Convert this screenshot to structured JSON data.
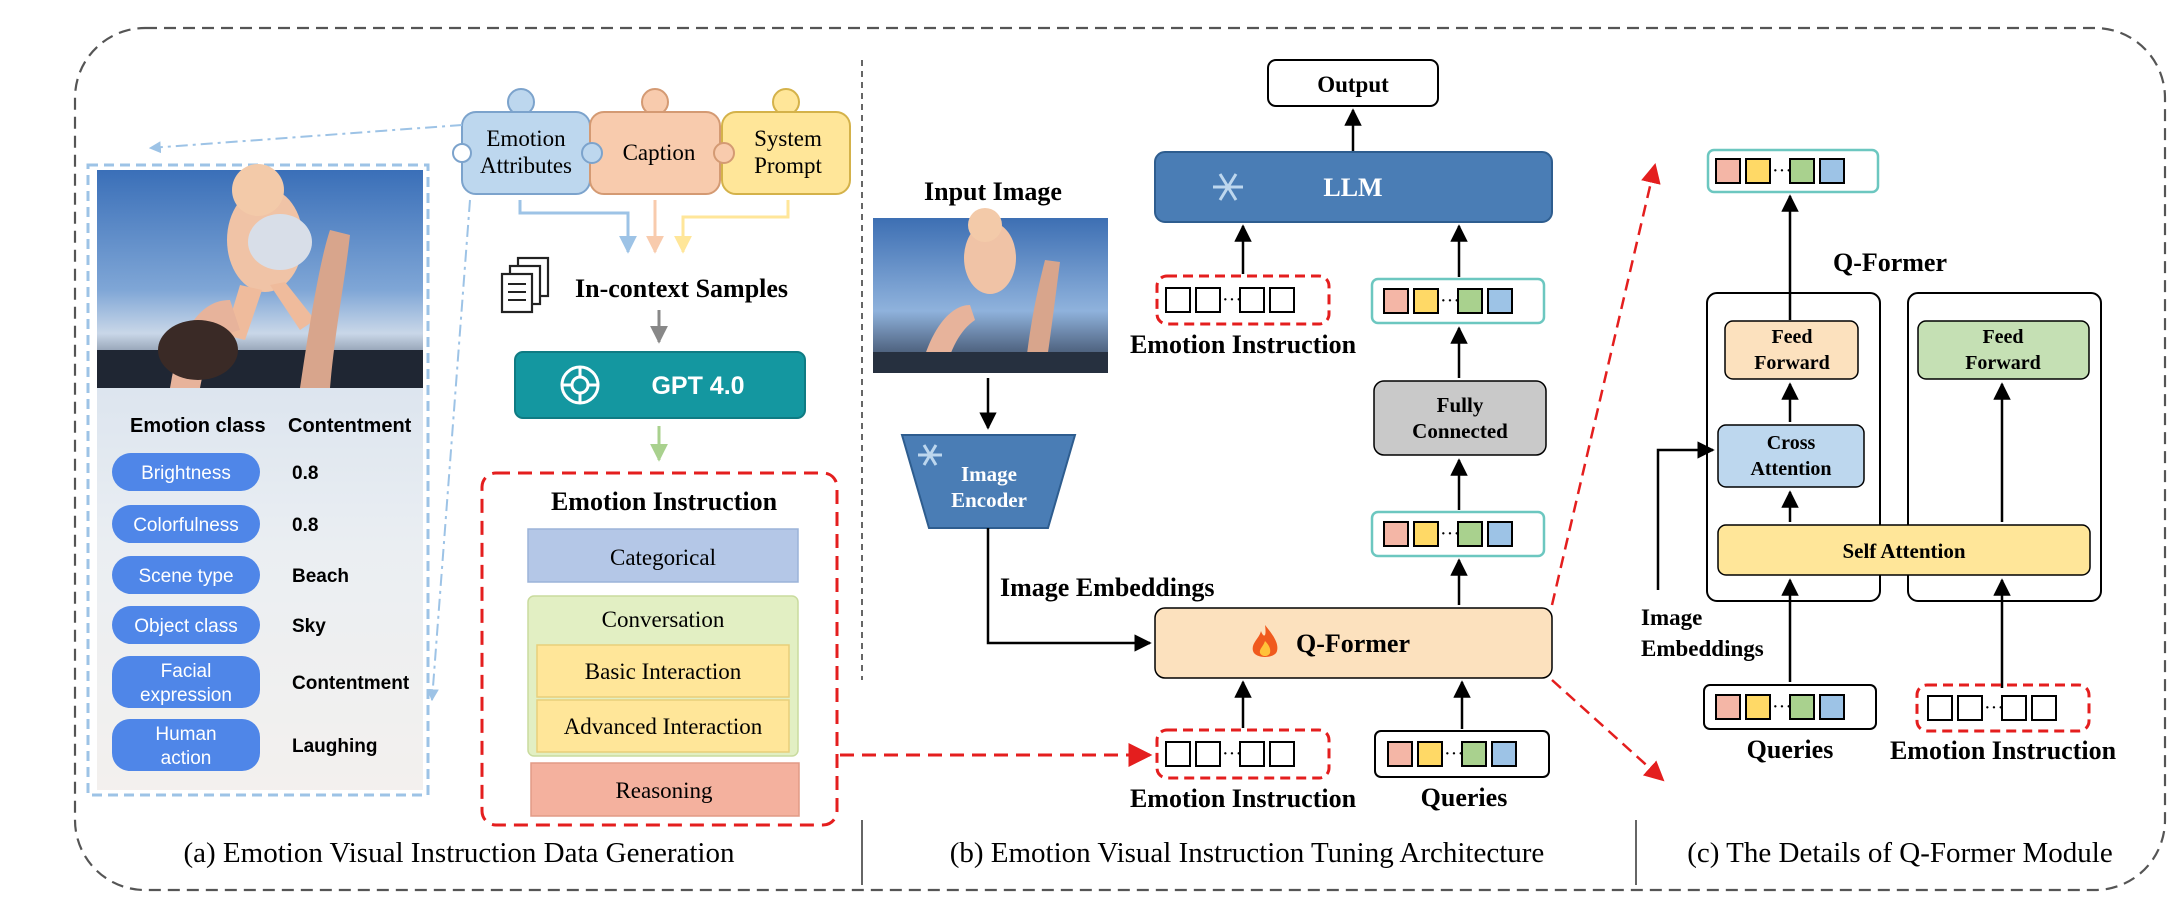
{
  "panel_a": {
    "caption": "(a) Emotion  Visual Instruction Data Generation",
    "pieces": {
      "emotion_attributes": [
        "Emotion",
        "Attributes"
      ],
      "caption": "Caption",
      "system_prompt": [
        "System",
        "Prompt"
      ]
    },
    "in_context": "In-context Samples",
    "gpt": "GPT 4.0",
    "instruction_box": {
      "title": "Emotion Instruction",
      "categorical": "Categorical",
      "conversation": "Conversation",
      "basic": "Basic Interaction",
      "advanced": "Advanced Interaction",
      "reasoning": "Reasoning"
    },
    "attributes_table": {
      "header_left": "Emotion class",
      "header_right": "Contentment",
      "rows": [
        {
          "name": [
            "Brightness"
          ],
          "value": "0.8"
        },
        {
          "name": [
            "Colorfulness"
          ],
          "value": "0.8"
        },
        {
          "name": [
            "Scene type"
          ],
          "value": "Beach"
        },
        {
          "name": [
            "Object class"
          ],
          "value": "Sky"
        },
        {
          "name": [
            "Facial",
            "expression"
          ],
          "value": "Contentment"
        },
        {
          "name": [
            "Human",
            "action"
          ],
          "value": "Laughing"
        }
      ]
    }
  },
  "panel_b": {
    "caption": "(b) Emotion  Visual Instruction Tuning Architecture",
    "output": "Output",
    "llm": "LLM",
    "input_image": "Input Image",
    "image_encoder": [
      "Image",
      "Encoder"
    ],
    "image_embeddings": "Image Embeddings",
    "qformer": "Q-Former",
    "fully_connected": [
      "Fully",
      "Connected"
    ],
    "emotion_instruction_top": "Emotion Instruction",
    "emotion_instruction_bottom": "Emotion Instruction",
    "queries": "Queries"
  },
  "panel_c": {
    "caption": "(c) The Details of Q-Former Module",
    "title": "Q-Former",
    "feed_forward_left": [
      "Feed",
      "Forward"
    ],
    "feed_forward_right": [
      "Feed",
      "Forward"
    ],
    "cross_attention": [
      "Cross",
      "Attention"
    ],
    "self_attention": "Self Attention",
    "image_embeddings": [
      "Image",
      "Embeddings"
    ],
    "queries": "Queries",
    "emotion_instruction": "Emotion Instruction"
  },
  "colors": {
    "pink": "#F4B6A6",
    "yellow": "#FFD966",
    "green": "#A9D18E",
    "blue": "#9DC3E6",
    "teal_border": "#6CC7C0",
    "red_dash": "#E41E1E",
    "llm_blue": "#4A7DB5",
    "qformer_orange": "#FCE1BE",
    "gpt_teal": "#1497A0",
    "pill_blue": "#4F86E8"
  }
}
